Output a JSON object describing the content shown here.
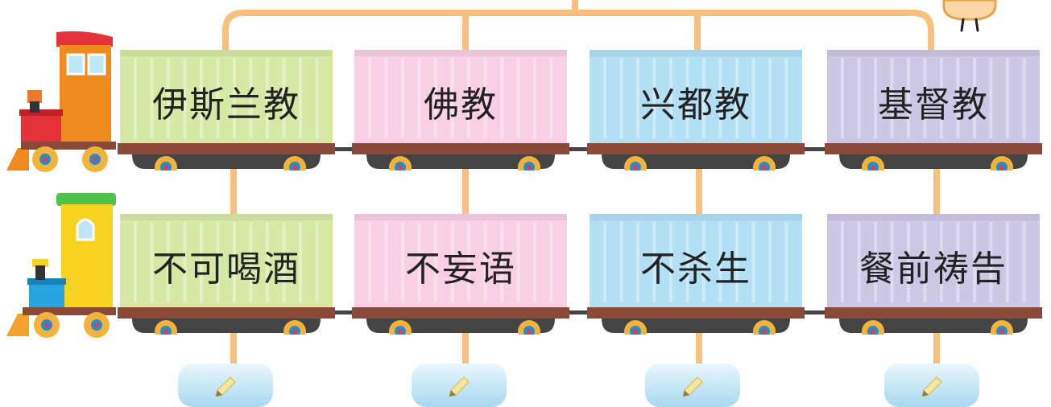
{
  "colors": {
    "connector": "#f7c07c",
    "chassis": "#8b4a38",
    "wheel_rim": "#f3b23a",
    "wheel_center": "#1f8fd1",
    "answer_box": "#c4e6f7"
  },
  "rows": [
    {
      "locomotive": {
        "color": "#ef8a1f",
        "icon": "orange-train-engine-icon"
      },
      "cars": [
        {
          "label": "伊斯兰教",
          "color": "#d7e8a5"
        },
        {
          "label": "佛教",
          "color": "#f8cfe3"
        },
        {
          "label": "兴都教",
          "color": "#b3dff5"
        },
        {
          "label": "基督教",
          "color": "#cdc7e6"
        }
      ]
    },
    {
      "locomotive": {
        "color": "#f7d21f",
        "icon": "yellow-train-engine-icon"
      },
      "cars": [
        {
          "label": "不可喝酒",
          "color": "#d7e8a5"
        },
        {
          "label": "不妄语",
          "color": "#f8cfe3"
        },
        {
          "label": "不杀生",
          "color": "#b3dff5"
        },
        {
          "label": "餐前祷告",
          "color": "#cdc7e6"
        }
      ]
    }
  ],
  "answer_boxes": [
    {
      "icon": "pencil-icon"
    },
    {
      "icon": "pencil-icon"
    },
    {
      "icon": "pencil-icon"
    },
    {
      "icon": "pencil-icon"
    }
  ],
  "mascot": {
    "icon": "mascot-legs-icon"
  }
}
